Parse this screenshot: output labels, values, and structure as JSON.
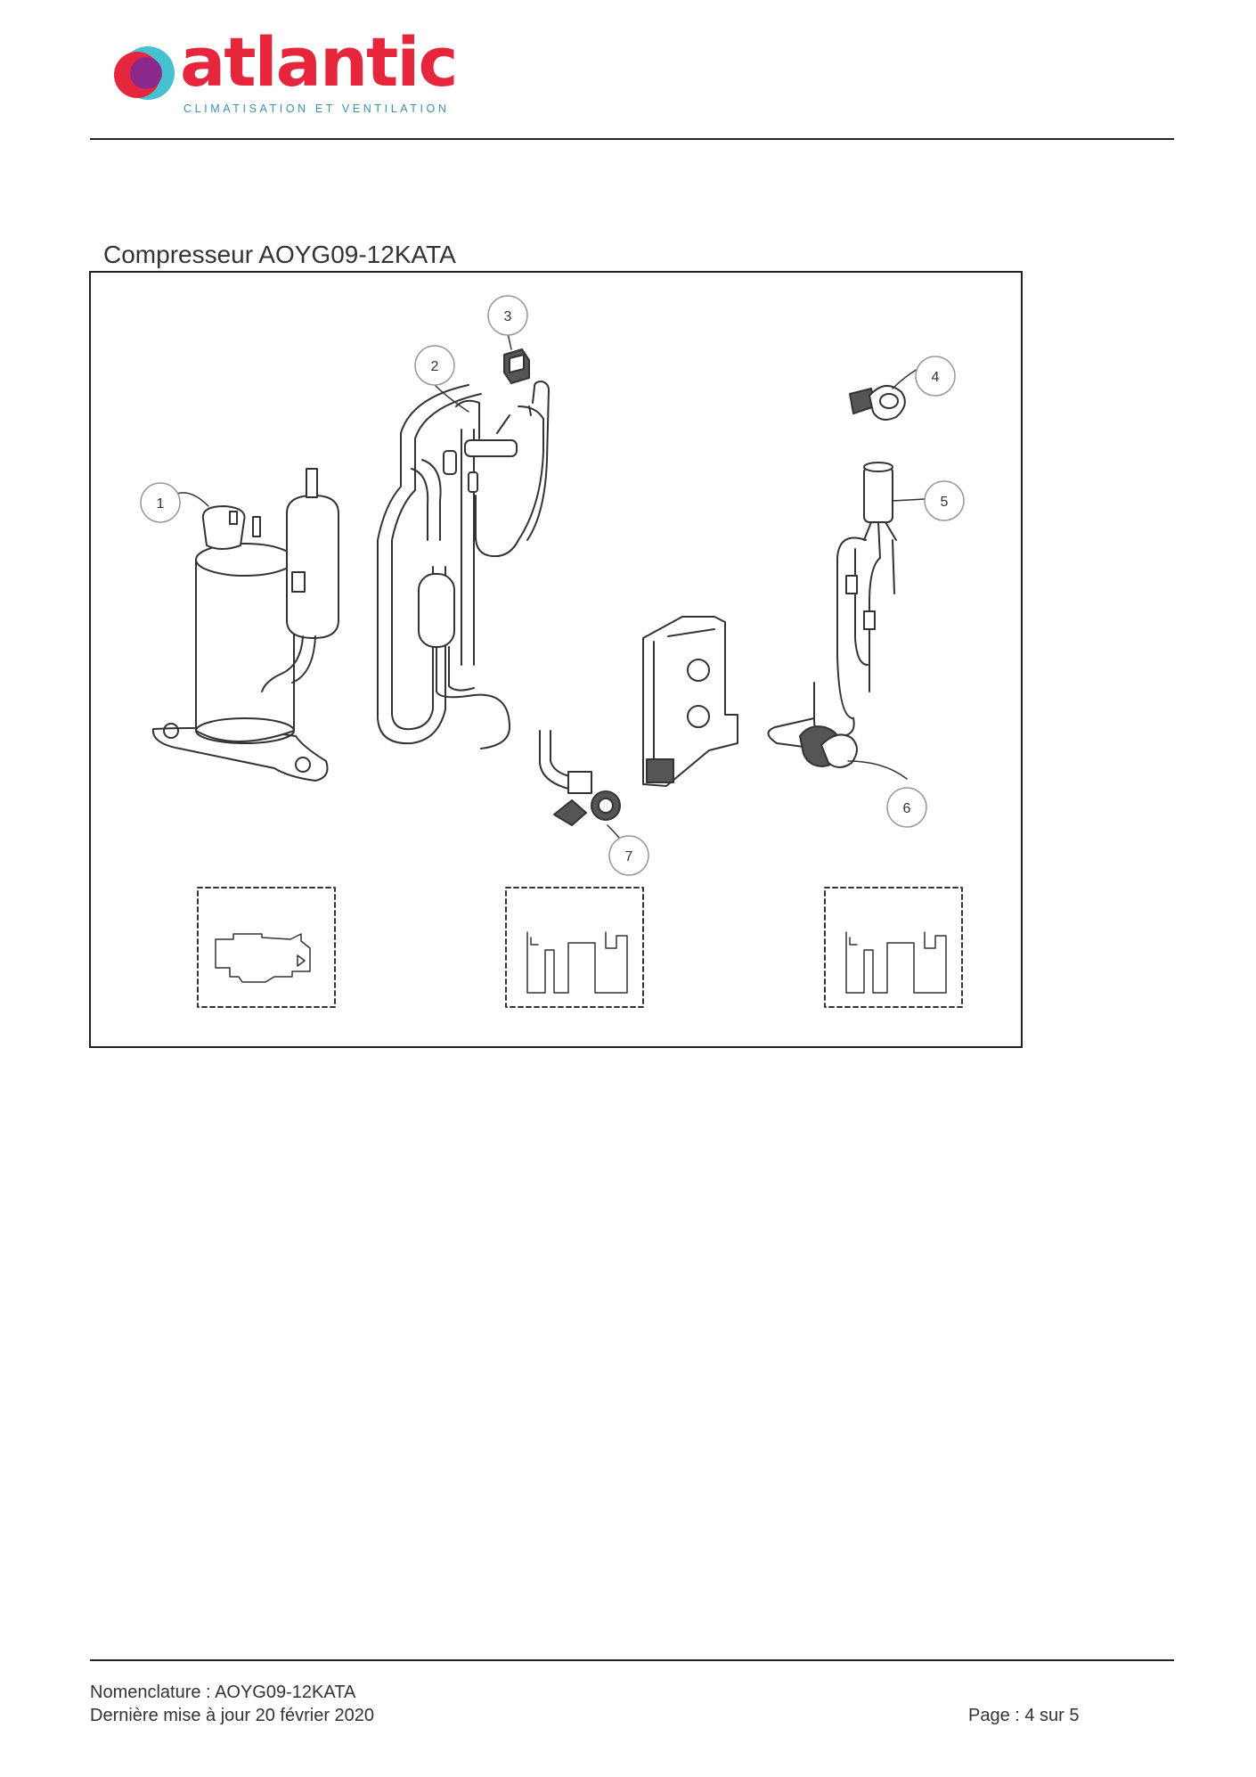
{
  "brand": {
    "name": "atlantic",
    "tagline": "CLIMATISATION ET VENTILATION",
    "colors": {
      "red": "#e5263d",
      "purple": "#8b2a8c",
      "blue": "#3a8fb5",
      "teal": "#25b6c8"
    }
  },
  "section": {
    "title": "Compresseur AOYG09-12KATA"
  },
  "diagram": {
    "callouts": [
      "1",
      "2",
      "3",
      "4",
      "5",
      "6",
      "7"
    ]
  },
  "footer": {
    "nomenclature": "Nomenclature : AOYG09-12KATA",
    "updated": "Dernière mise à jour 20 février 2020",
    "page": "Page : 4 sur 5"
  }
}
